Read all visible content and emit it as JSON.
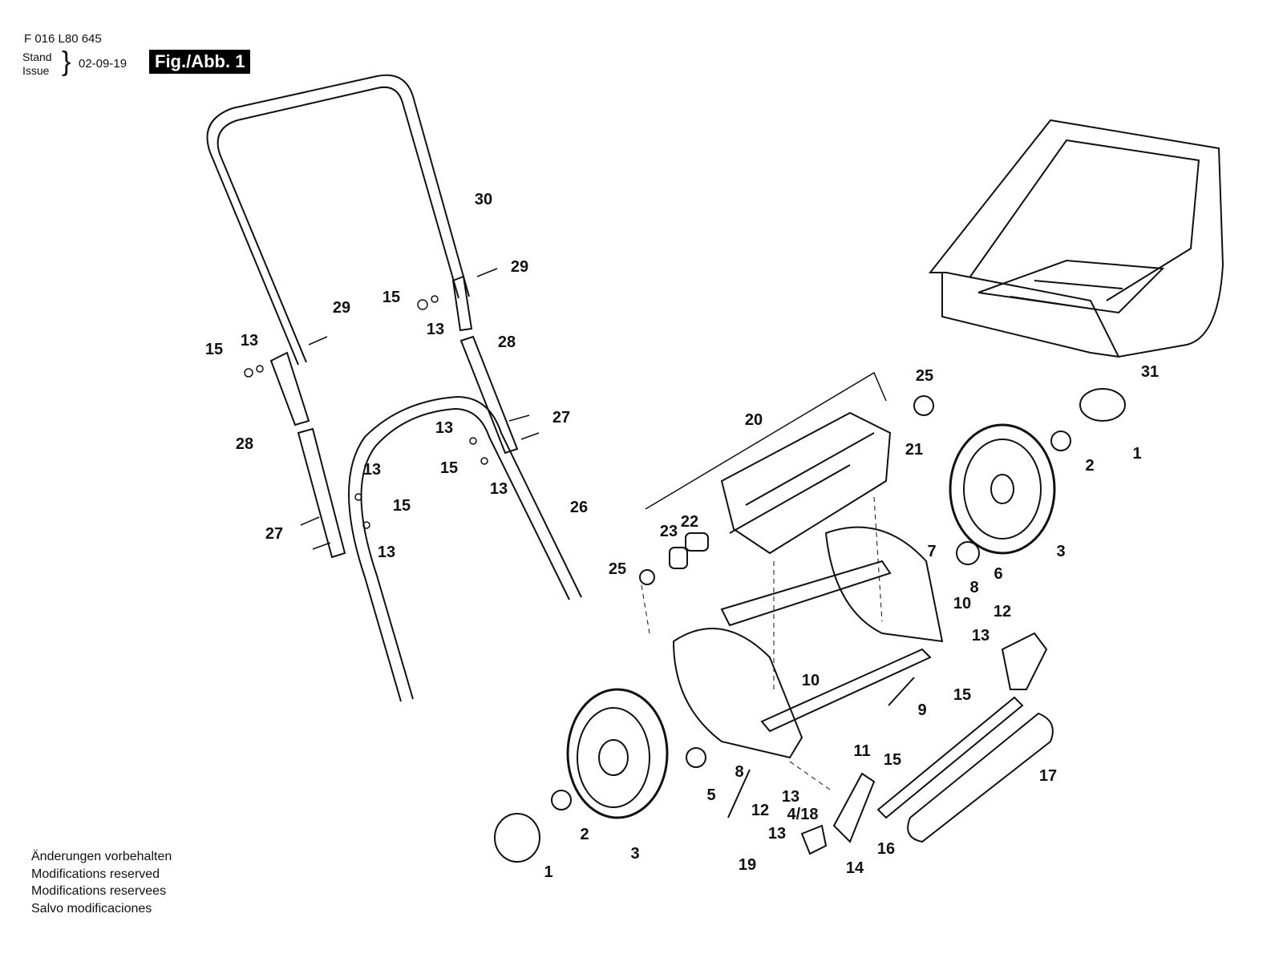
{
  "header": {
    "part_code": "F 016 L80 645",
    "stand_label": "Stand",
    "issue_label": "Issue",
    "date": "02-09-19",
    "figure_label": "Fig./Abb. 1"
  },
  "footer": {
    "lines": [
      "Änderungen vorbehalten",
      "Modifications reserved",
      "Modifications reservees",
      "Salvo modificaciones"
    ]
  },
  "callouts": [
    "30",
    "29",
    "29",
    "15",
    "13",
    "15",
    "13",
    "28",
    "28",
    "27",
    "13",
    "15",
    "13",
    "13",
    "15",
    "27",
    "13",
    "26",
    "20",
    "25",
    "21",
    "31",
    "1",
    "2",
    "3",
    "6",
    "7",
    "8",
    "10",
    "12",
    "13",
    "22",
    "23",
    "25",
    "10",
    "9",
    "15",
    "11",
    "15",
    "17",
    "8",
    "5",
    "12",
    "13",
    "4/18",
    "13",
    "19",
    "14",
    "16",
    "2",
    "3",
    "1"
  ]
}
